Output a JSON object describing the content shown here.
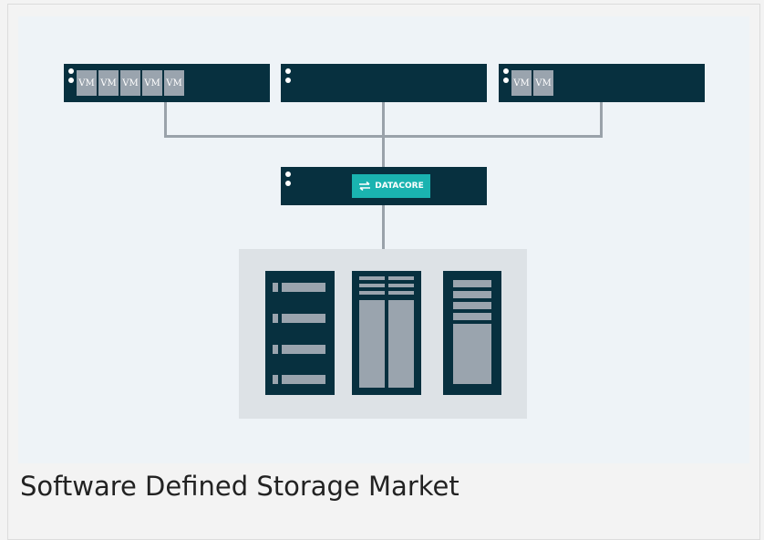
{
  "diagram": {
    "hosts": [
      {
        "name": "host-left",
        "vms": [
          "VM",
          "VM",
          "VM",
          "VM",
          "VM"
        ]
      },
      {
        "name": "host-center",
        "vms": []
      },
      {
        "name": "host-right",
        "vms": [
          "VM",
          "VM"
        ]
      }
    ],
    "datacore": {
      "label": "DATACORE",
      "icon": "swap-arrows-icon"
    },
    "storage": {
      "arrays": 3
    }
  },
  "caption": "Software Defined Storage Market",
  "colors": {
    "server": "#07303f",
    "vm": "#9aa4ae",
    "accent": "#1ab3b0",
    "connector": "#9aa2aa",
    "panel": "#eef3f7",
    "storage_bg": "#dde2e6"
  }
}
